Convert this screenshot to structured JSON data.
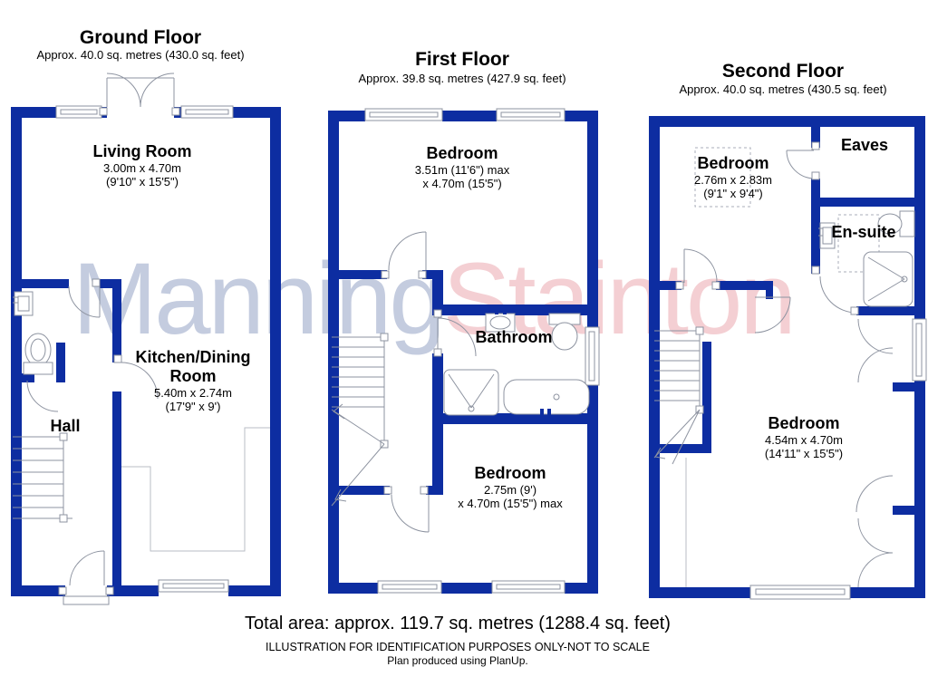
{
  "watermark": {
    "left": "Manning",
    "right": "Stainton"
  },
  "colors": {
    "wall": "#0d2da1",
    "line": "#8d93a0",
    "wm-blue": "#c4ccdf",
    "wm-pink": "#f4cfd3"
  },
  "floors": {
    "ground": {
      "title": "Ground Floor",
      "area": "Approx. 40.0 sq. metres (430.0 sq. feet)",
      "living": {
        "name": "Living Room",
        "dim1": "3.00m x 4.70m",
        "dim2": "(9'10\" x 15'5\")"
      },
      "kitchen": {
        "name": "Kitchen/Dining Room",
        "dim1": "5.40m x 2.74m",
        "dim2": "(17'9\" x 9')"
      },
      "hall": {
        "name": "Hall"
      }
    },
    "first": {
      "title": "First Floor",
      "area": "Approx. 39.8 sq. metres (427.9 sq. feet)",
      "bedroom_front": {
        "name": "Bedroom",
        "dim1": "3.51m (11'6\") max",
        "dim2": "x 4.70m (15'5\")"
      },
      "bathroom": {
        "name": "Bathroom"
      },
      "bedroom_back": {
        "name": "Bedroom",
        "dim1": "2.75m (9')",
        "dim2": "x 4.70m (15'5\") max"
      }
    },
    "second": {
      "title": "Second Floor",
      "area": "Approx. 40.0 sq. metres (430.5 sq. feet)",
      "bedroom_front": {
        "name": "Bedroom",
        "dim1": "2.76m x 2.83m",
        "dim2": "(9'1\" x 9'4\")"
      },
      "eaves": {
        "name": "Eaves"
      },
      "ensuite": {
        "name": "En-suite"
      },
      "bedroom_main": {
        "name": "Bedroom",
        "dim1": "4.54m x 4.70m",
        "dim2": "(14'11\" x 15'5\")"
      }
    }
  },
  "footer": {
    "total": "Total area: approx. 119.7 sq. metres (1288.4 sq. feet)",
    "disclaimer": "ILLUSTRATION FOR IDENTIFICATION PURPOSES ONLY-NOT TO SCALE",
    "produced": "Plan produced using PlanUp."
  }
}
